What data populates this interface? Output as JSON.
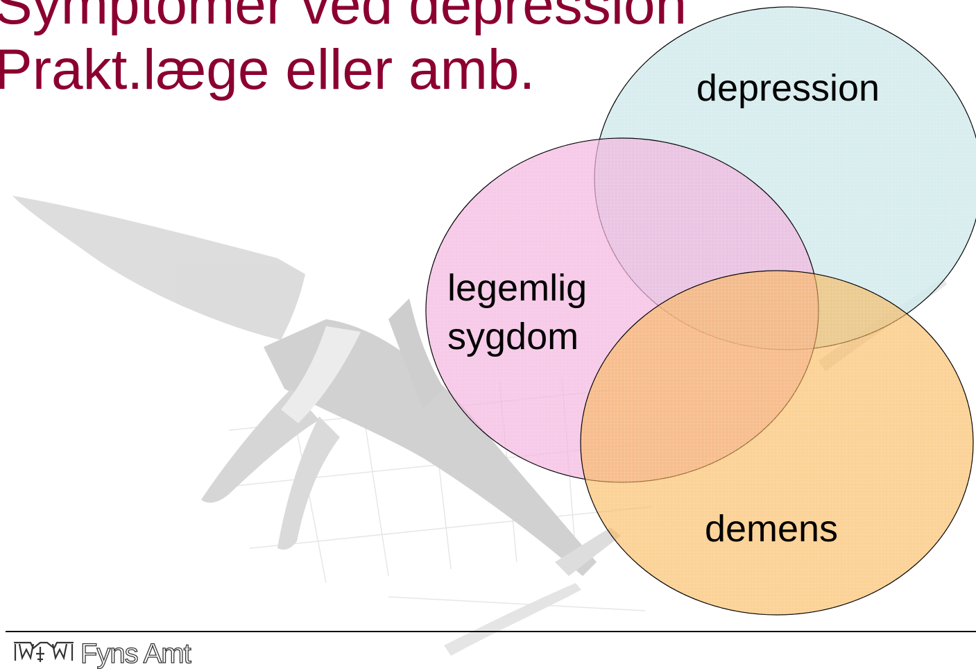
{
  "title": {
    "line1": "Symptomer ved depression",
    "line2": "Prakt.læge eller amb."
  },
  "diagram": {
    "type": "venn",
    "sets": [
      {
        "id": "depression",
        "label": "depression",
        "color": "#cfe9eb"
      },
      {
        "id": "legemlig",
        "label_lines": [
          "legemlig",
          "sygdom"
        ],
        "color": "#f2b3de"
      },
      {
        "id": "demens",
        "label": "demens",
        "color": "#f9b451"
      }
    ]
  },
  "footer": {
    "logo_text": "Fyns Amt"
  },
  "colors": {
    "title": "#8b0030",
    "outline": "#000000",
    "background_bird": "#c8c8c8"
  },
  "icons": {
    "logo": "fyns-amt-logo-icon",
    "background": "bird-sculpture-illustration"
  }
}
